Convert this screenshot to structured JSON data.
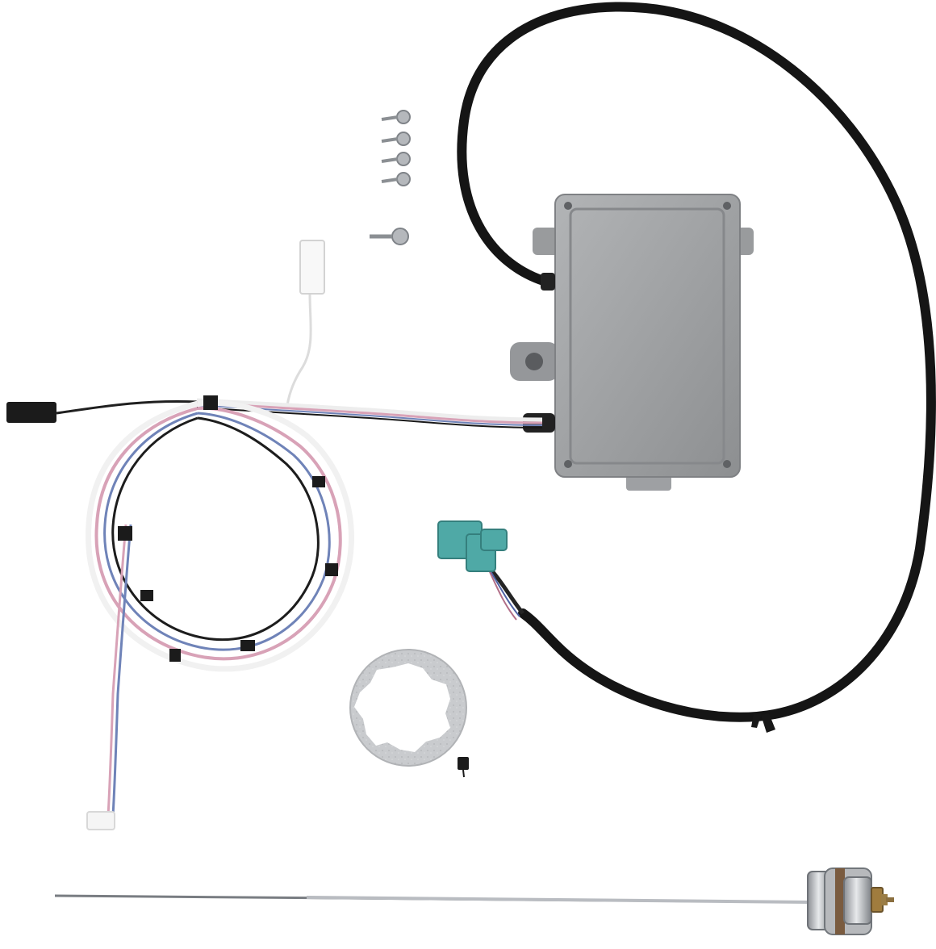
{
  "scene": {
    "background_color": "#ffffff",
    "components": [
      "control-module",
      "sensor-cable",
      "wiring-harness",
      "teal-connector",
      "screws",
      "sensor-ring",
      "fuel-level-probe"
    ],
    "colors": {
      "module_gray": "#9fa1a3",
      "cable_black": "#151515",
      "connector_teal": "#4fa9a6",
      "wire_pink": "#d8a2b7",
      "wire_blue": "#6f83b8",
      "wire_white": "#f2f2f2",
      "metal_silver": "#b9bcc1",
      "brass": "#7a5b3f"
    }
  }
}
